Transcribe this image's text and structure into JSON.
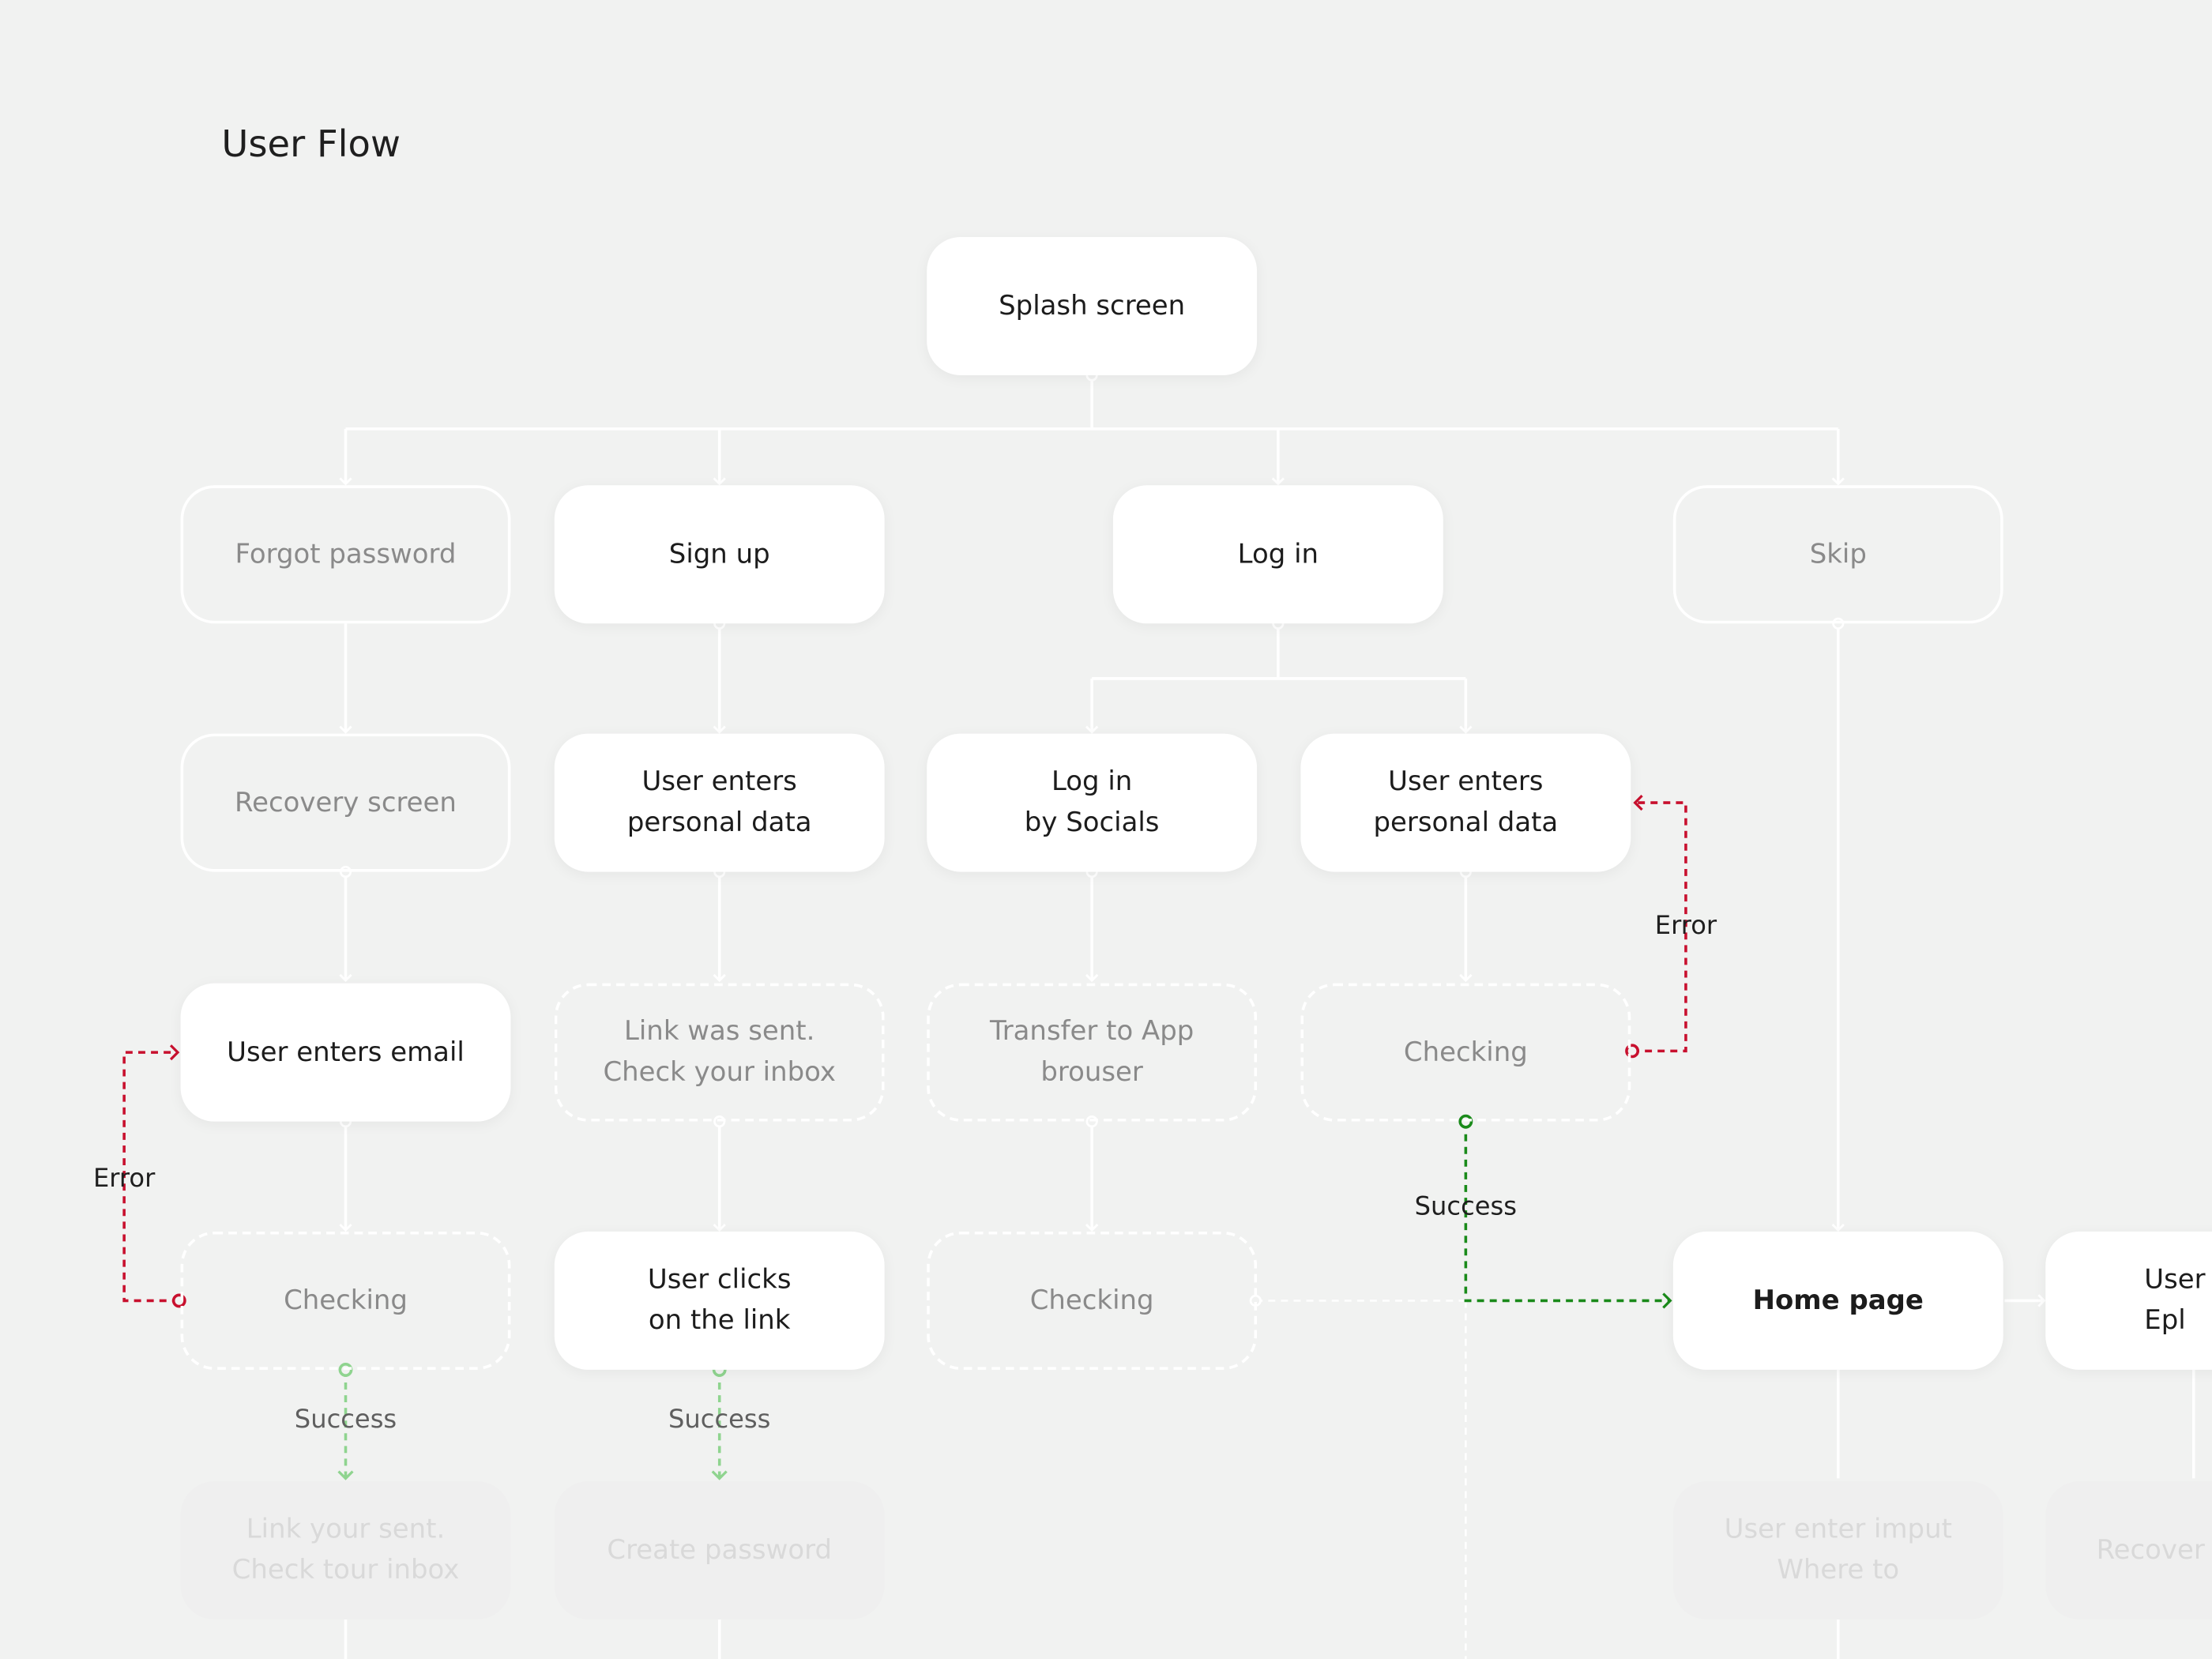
{
  "page": {
    "title": "User Flow"
  },
  "colors": {
    "connector": "#ffffff",
    "error": "#c8102e",
    "success_strong": "#1a8a1a",
    "success_light": "#8fd48f"
  },
  "nodes": {
    "splash": "Splash screen",
    "forgot_password": "Forgot password",
    "sign_up": "Sign up",
    "log_in": "Log in",
    "skip": "Skip",
    "recovery_screen": "Recovery screen",
    "signup_personal_data": "User enters\npersonal data",
    "login_socials": "Log in\nby Socials",
    "login_personal_data": "User enters\npersonal data",
    "user_enters_email": "User enters email",
    "link_sent": "Link was sent.\nCheck your inbox",
    "transfer_browser": "Transfer to App\nbrouser",
    "checking_login": "Checking",
    "checking_email": "Checking",
    "user_clicks_link": "User clicks\non the link",
    "checking_socials": "Checking",
    "home_page": "Home page",
    "user_partial": "User\nEpl",
    "link_your_sent": "Link your sent.\nCheck tour inbox",
    "create_password": "Create password",
    "user_enter_input": "User enter imput\nWhere to",
    "recovery_partial": "Recover"
  },
  "labels": {
    "error_login": "Error",
    "error_email": "Error",
    "success_login": "Success",
    "success_email": "Success",
    "success_link": "Success"
  }
}
